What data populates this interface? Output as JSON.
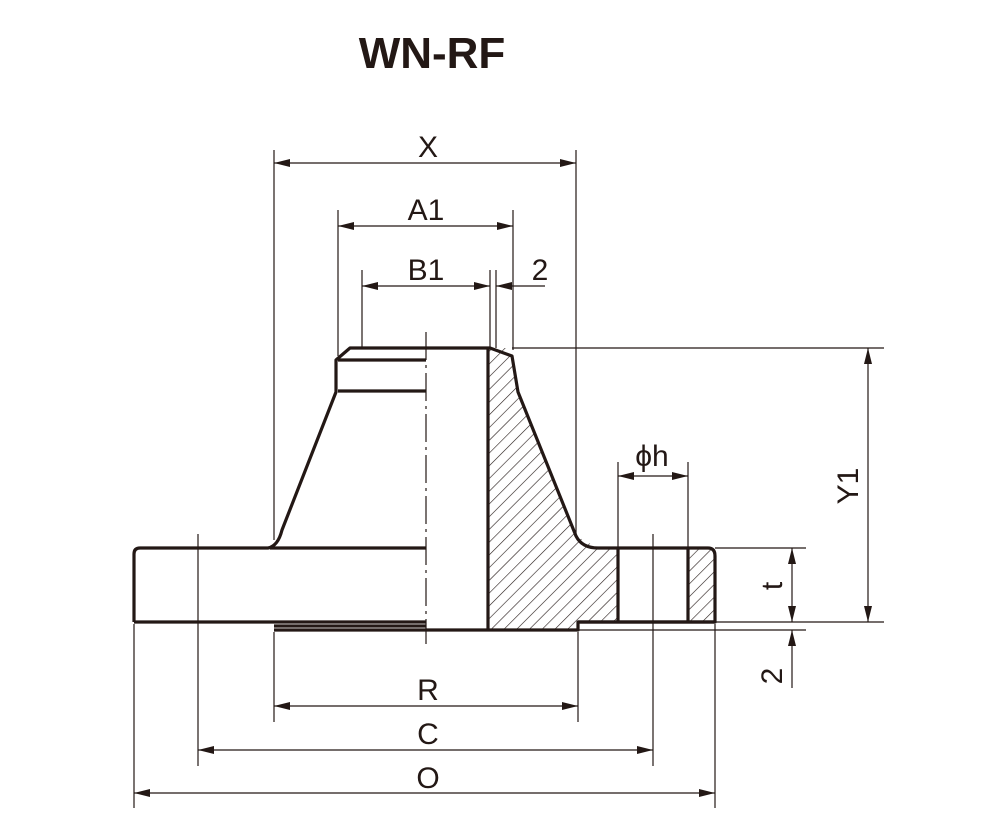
{
  "title": "WN-RF",
  "dimensions": {
    "x": "X",
    "a1": "A1",
    "b1": "B1",
    "bevel_top": "2",
    "y1": "Y1",
    "h": "ϕh",
    "t": "t",
    "raised_face": "2",
    "r": "R",
    "c": "C",
    "o": "O"
  },
  "colors": {
    "line": "#231815",
    "background": "#ffffff"
  }
}
